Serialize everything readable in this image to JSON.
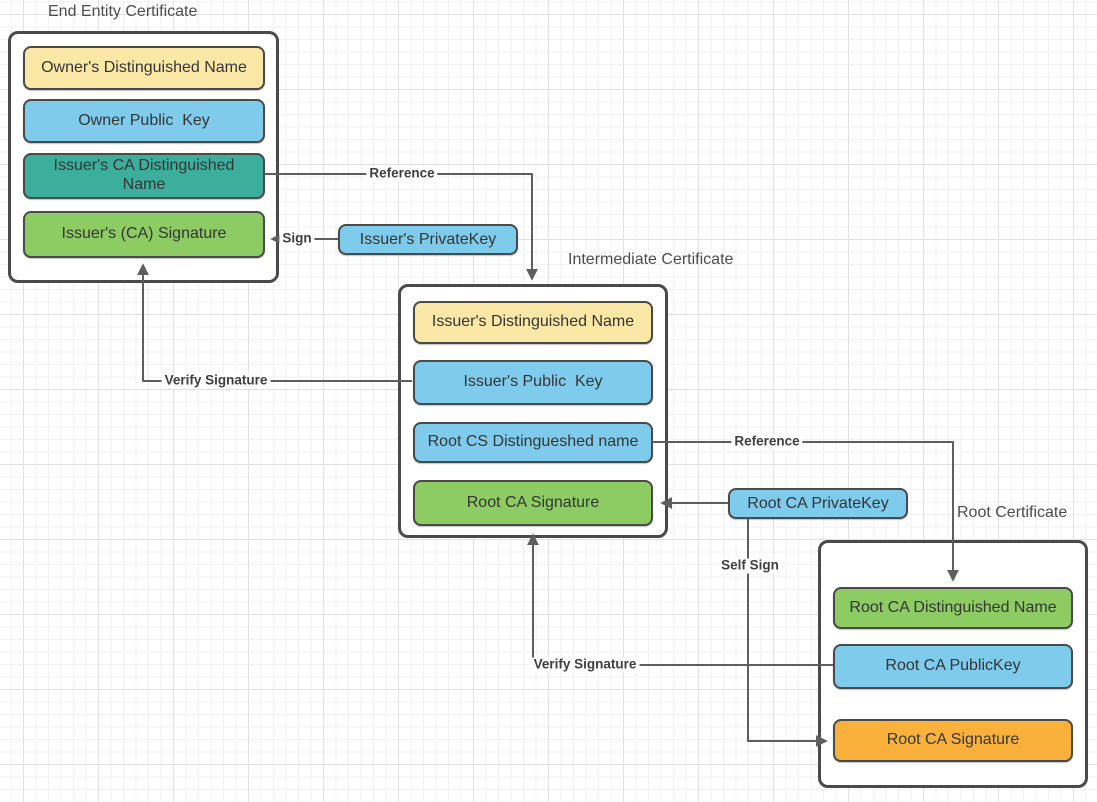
{
  "palette": {
    "yellow": "#FBE8A6",
    "blue": "#7FCBEC",
    "teal": "#3BAE9C",
    "green": "#8DCB63",
    "orange": "#F9B13C",
    "shape_border": "#4A4A4A",
    "wire": "#5E5E5E",
    "text": "#353535"
  },
  "certificates": [
    {
      "title": "End Entity Certificate",
      "fields": [
        {
          "label": "Owner's Distinguished Name",
          "color": "yellow"
        },
        {
          "label": "Owner Public  Key",
          "color": "blue"
        },
        {
          "label": "Issuer's CA Distinguished Name",
          "color": "teal"
        },
        {
          "label": "Issuer's (CA) Signature",
          "color": "green"
        }
      ]
    },
    {
      "title": "Intermediate Certificate",
      "fields": [
        {
          "label": "Issuer's Distinguished Name",
          "color": "yellow"
        },
        {
          "label": "Issuer's Public  Key",
          "color": "blue"
        },
        {
          "label": "Root CS Distingueshed name",
          "color": "blue"
        },
        {
          "label": "Root CA Signature",
          "color": "green"
        }
      ]
    },
    {
      "title": "Root Certificate",
      "fields": [
        {
          "label": "Root CA Distinguished Name",
          "color": "green"
        },
        {
          "label": "Root CA PublicKey",
          "color": "blue"
        },
        {
          "label": "Root CA Signature",
          "color": "orange"
        }
      ]
    }
  ],
  "keys": [
    {
      "label": "Issuer's PrivateKey",
      "color": "blue"
    },
    {
      "label": "Root CA PrivateKey",
      "color": "blue"
    }
  ],
  "connections": [
    {
      "label": "Reference",
      "from": "Issuer's CA Distinguished Name",
      "to": "Intermediate Certificate"
    },
    {
      "label": "Sign",
      "from": "Issuer's PrivateKey",
      "to": "Issuer's (CA) Signature"
    },
    {
      "label": "Verify Signature",
      "from": "Issuer's Public  Key",
      "to": "Issuer's (CA) Signature"
    },
    {
      "label": "Reference",
      "from": "Root CS Distingueshed name",
      "to": "Root CA Distinguished Name"
    },
    {
      "label": "",
      "from": "Root CA PrivateKey",
      "to": "Root CA Signature (Intermediate Certificate)"
    },
    {
      "label": "Self Sign",
      "from": "Root CA PrivateKey",
      "to": "Root CA Signature (Root Certificate)"
    },
    {
      "label": "Verify Signature",
      "from": "Root CA PublicKey",
      "to": "Root CA Signature (Intermediate Certificate)"
    }
  ]
}
